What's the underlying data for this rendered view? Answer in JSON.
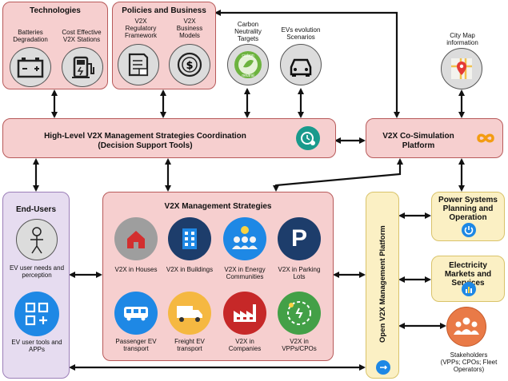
{
  "technologies": {
    "title": "Technologies",
    "items": [
      "Batteries Degradation",
      "Cost Effective V2X Stations"
    ]
  },
  "policies": {
    "title": "Policies and Business",
    "items": [
      "V2X Regulatory Framework",
      "V2X Business Models"
    ]
  },
  "carbon": {
    "label": "Carbon Neutrality Targets",
    "badge_top": "carbon",
    "badge_bottom": "neutral"
  },
  "evs": {
    "label": "EVs evolution Scenarios"
  },
  "citymap": {
    "label": "City Map information"
  },
  "coordination": {
    "line1": "High-Level V2X Management Strategies Coordination",
    "line2": "(Decision Support Tools)"
  },
  "cosim": {
    "line1": "V2X Co-Simulation",
    "line2": "Platform"
  },
  "endusers": {
    "title": "End-Users",
    "items": [
      "EV user needs and perception",
      "EV user tools and APPs"
    ]
  },
  "strategies": {
    "title": "V2X Management Strategies",
    "items": [
      "V2X in Houses",
      "V2X in Buildings",
      "V2X in Energy Communities",
      "V2X in Parking Lots",
      "Passenger EV transport",
      "Freight EV transport",
      "V2X in Companies",
      "V2X in VPPs/CPOs"
    ],
    "parking_glyph": "P"
  },
  "platform": {
    "title": "Open V2X Management Platform"
  },
  "power": {
    "title": "Power Systems Planning and Operation"
  },
  "markets": {
    "title": "Electricity Markets and Services"
  },
  "stakeholders": {
    "label": "Stakeholders (VPPs; CPOs; Fleet Operators)"
  },
  "colors": {
    "pink": "#f6cfcf",
    "purple": "#e6dcf0",
    "yellow": "#fbf0c4",
    "blue": "#1e88e5",
    "navy": "#1d3d6b",
    "green": "#6db33f",
    "orange": "#e97a47"
  }
}
